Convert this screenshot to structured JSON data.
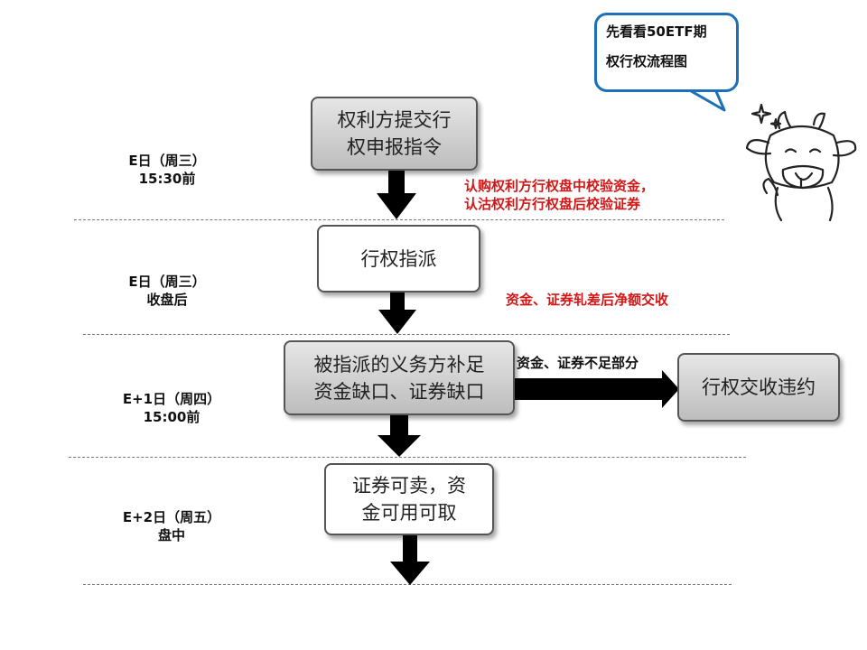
{
  "speech_bubble": {
    "text": "先看看50ETF期\n权行权流程图"
  },
  "steps": [
    {
      "text": "权利方提交行\n权申报指令"
    },
    {
      "text": "行权指派"
    },
    {
      "text": "被指派的义务方补足\n资金缺口、证券缺口"
    },
    {
      "text": "证券可卖，资\n金可用可取"
    }
  ],
  "default_box": {
    "text": "行权交收违约"
  },
  "shortfall_label": "资金、证券不足部分",
  "days": [
    {
      "text": "E日（周三）\n15:30前"
    },
    {
      "text": "E日（周三）\n收盘后"
    },
    {
      "text": "E+1日（周四）\n15:00前"
    },
    {
      "text": "E+2日（周五）\n盘中"
    }
  ],
  "notes": [
    {
      "text": "认购权利方行权盘中校验资金，\n认沽权利方行权盘后校验证券"
    },
    {
      "text": "资金、证券轧差后净额交收"
    }
  ],
  "colors": {
    "note_red": "#d01818",
    "bubble_border": "#1d70b8",
    "arrow": "#000000"
  }
}
